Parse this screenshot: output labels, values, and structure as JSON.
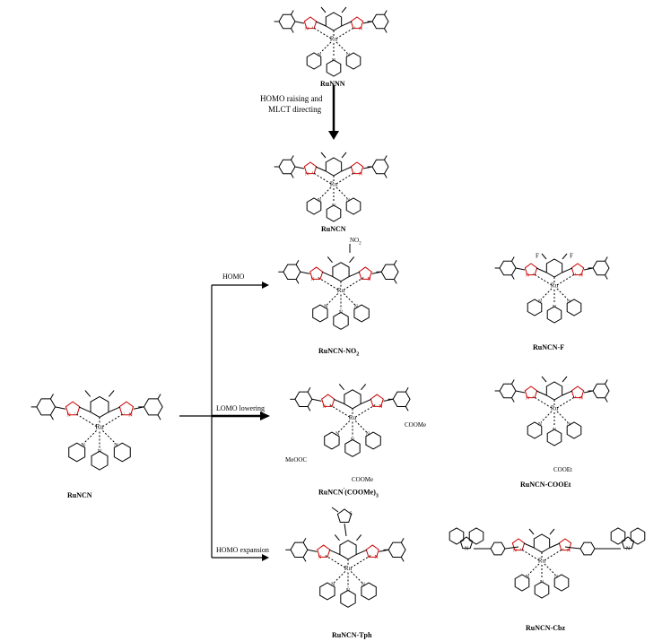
{
  "arrows": {
    "top": {
      "line1": "HOMO raising and",
      "line2": "MLCT directing"
    },
    "homo": "HOMO",
    "lumo": "LOMO lowering",
    "expansion": "HOMO expansion"
  },
  "compounds": {
    "runnn": "RuNNN",
    "runcn_top": "RuNCN",
    "runcn_left": "RuNCN",
    "runcn_no2": "RuNCN-NO",
    "runcn_no2_sub": "2",
    "runcn_f": "RuNCN-F",
    "runcn_coome": "RuNCN",
    "runcn_coome_suffix": "(COOMe)",
    "runcn_coome_sub": "3",
    "runcn_cooet": "RuNCN-COOEt",
    "runcn_tph": "RuNCN-Tph",
    "runcn_cbz": "RuNCN-Cbz"
  },
  "substituents": {
    "no2": "NO",
    "no2_sub": "2",
    "f": "F",
    "meooc": "MeOOC",
    "coome": "COOMe",
    "cooet": "COOEt"
  },
  "atoms": {
    "ru": "Ru",
    "n": "N",
    "s": "S"
  },
  "colors": {
    "triazole": "#cc0000",
    "bond": "#000000"
  }
}
